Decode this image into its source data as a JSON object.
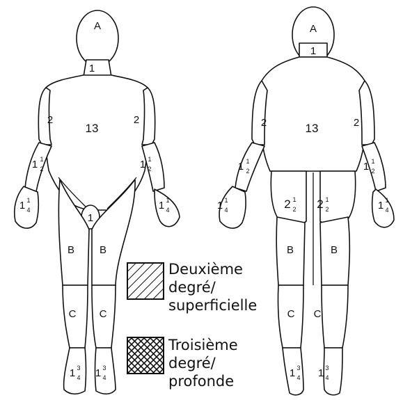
{
  "front": {
    "head": "A",
    "neck": "1",
    "trunk": "13",
    "upper_arm_left": "2",
    "upper_arm_right": "2",
    "forearm_left": {
      "whole": "1",
      "num": "1",
      "den": "2"
    },
    "forearm_right": {
      "whole": "1",
      "num": "1",
      "den": "2"
    },
    "hand_left": {
      "whole": "1",
      "num": "1",
      "den": "4"
    },
    "hand_right": {
      "whole": "1",
      "num": "1",
      "den": "4"
    },
    "genital": "1",
    "thigh_left": "B",
    "thigh_right": "B",
    "leg_left": "C",
    "leg_right": "C",
    "foot_left": {
      "whole": "1",
      "num": "3",
      "den": "4"
    },
    "foot_right": {
      "whole": "1",
      "num": "3",
      "den": "4"
    }
  },
  "back": {
    "head": "A",
    "neck": "1",
    "trunk": "13",
    "upper_arm_left": "2",
    "upper_arm_right": "2",
    "forearm_left": {
      "whole": "1",
      "num": "1",
      "den": "2"
    },
    "forearm_right": {
      "whole": "1",
      "num": "1",
      "den": "2"
    },
    "hand_left": {
      "whole": "1",
      "num": "1",
      "den": "4"
    },
    "hand_right": {
      "whole": "1",
      "num": "1",
      "den": "4"
    },
    "buttock_left": {
      "whole": "2",
      "num": "1",
      "den": "2"
    },
    "buttock_right": {
      "whole": "2",
      "num": "1",
      "den": "2"
    },
    "thigh_left": "B",
    "thigh_right": "B",
    "leg_left": "C",
    "leg_right": "C",
    "foot_left": {
      "whole": "1",
      "num": "3",
      "den": "4"
    },
    "foot_right": {
      "whole": "1",
      "num": "3",
      "den": "4"
    }
  },
  "legend": [
    {
      "pattern": "diagonal-hatch",
      "lines": [
        "Deuxième",
        "degré/",
        "superficielle"
      ]
    },
    {
      "pattern": "cross-hatch",
      "lines": [
        "Troisième",
        "degré/",
        "profonde"
      ]
    }
  ]
}
